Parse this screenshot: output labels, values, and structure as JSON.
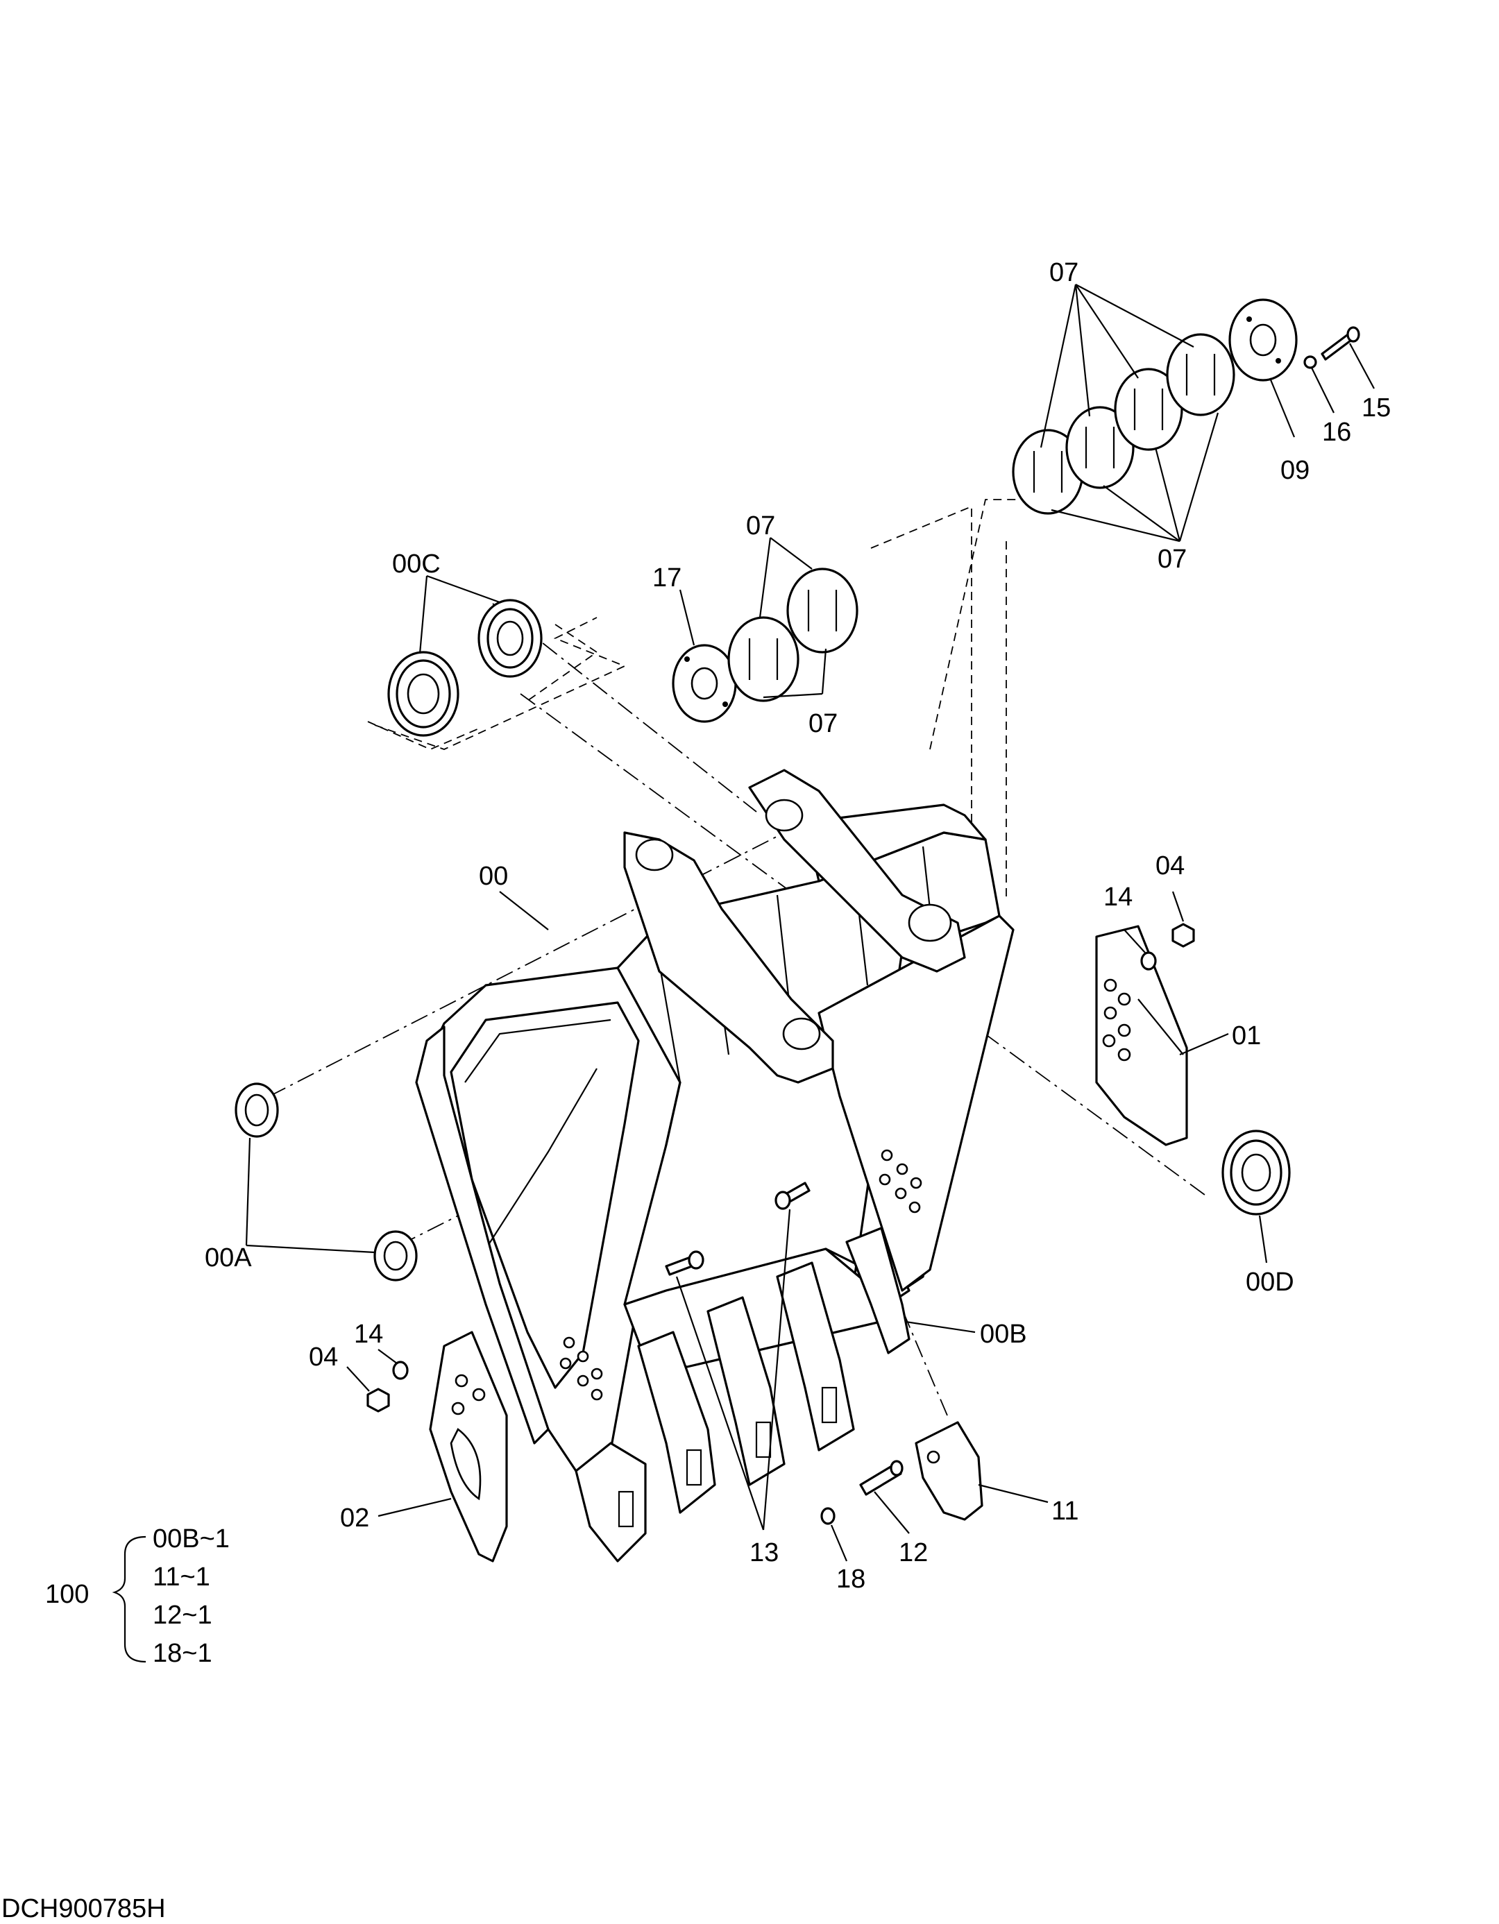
{
  "drawing_code": "DCH900785H",
  "part_labels": {
    "p00": "00",
    "p00A": "00A",
    "p00B": "00B",
    "p00C": "00C",
    "p00D": "00D",
    "p01": "01",
    "p02": "02",
    "p04a": "04",
    "p04b": "04",
    "p07a": "07",
    "p07b": "07",
    "p07c": "07",
    "p07d": "07",
    "p09": "09",
    "p11": "11",
    "p12": "12",
    "p13": "13",
    "p14a": "14",
    "p14b": "14",
    "p15": "15",
    "p16": "16",
    "p17": "17",
    "p18": "18"
  },
  "kit": {
    "id": "100",
    "items": [
      "00B~1",
      "11~1",
      "12~1",
      "18~1"
    ]
  }
}
